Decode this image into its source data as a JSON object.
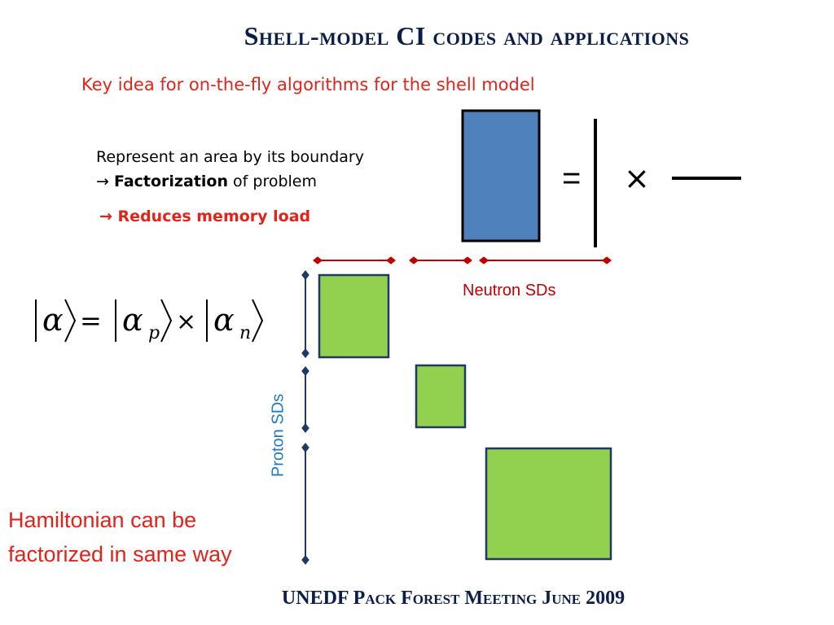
{
  "title": "Shell-model CI codes and applications",
  "subtitle": "Key idea for on-the-fly algorithms for the shell model",
  "boundary": {
    "line1": "Represent an area by its boundary",
    "arrow": "→",
    "factorization": "Factorization",
    "of_problem": " of problem",
    "reduces": "Reduces memory load"
  },
  "equation": {
    "alpha": "α",
    "equals": "=",
    "times": "×",
    "sub_p": "p",
    "sub_n": "n"
  },
  "diagram": {
    "equals_sign": "=",
    "times_sign": "×"
  },
  "neutron_label": "Neutron SDs",
  "proton_label": "Proton SDs",
  "hamiltonian": {
    "line1": "Hamiltonian can be",
    "line2": "factorized in same way"
  },
  "footer": "UNEDF Pack Forest Meeting June 2009",
  "colors": {
    "title": "#0b1e4a",
    "red_text": "#e2231a",
    "neutron_red": "#c00000",
    "proton_blue": "#1f7bc0",
    "block_blue": "#4f81bd",
    "block_green": "#92d050",
    "block_border": "#1f3864",
    "arrow_red": "#c00000",
    "arrow_blue": "#1f3864"
  }
}
